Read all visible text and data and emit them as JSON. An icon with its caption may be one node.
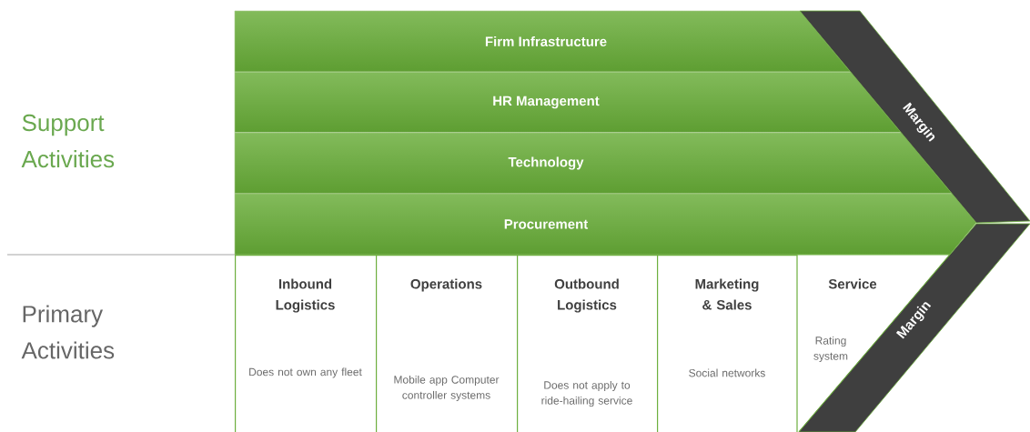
{
  "diagram": {
    "nodes": [
      {
        "text": [
          "Firm Infrastructure"
        ]
      },
      {
        "text": [
          "HR Management"
        ]
      },
      {
        "text": [
          "Technology"
        ]
      },
      {
        "text": [
          "Procurement"
        ]
      },
      {
        "text": [
          "Margin"
        ]
      },
      {
        "text": [
          "Inbound Logistics",
          "Does not own any fleet"
        ]
      },
      {
        "text": [
          "Operations",
          "Mobile app Computer controller systems"
        ]
      },
      {
        "text": [
          "Outbound Logistics",
          "Does not apply to ride-hailing service"
        ]
      },
      {
        "text": [
          "Marketing & Sales",
          "Social networks"
        ]
      },
      {
        "text": [
          "Service",
          "Rating system"
        ]
      },
      {
        "text": [
          "Margin"
        ]
      }
    ],
    "labels": [
      "Support Activities",
      "Primary Activities"
    ]
  }
}
